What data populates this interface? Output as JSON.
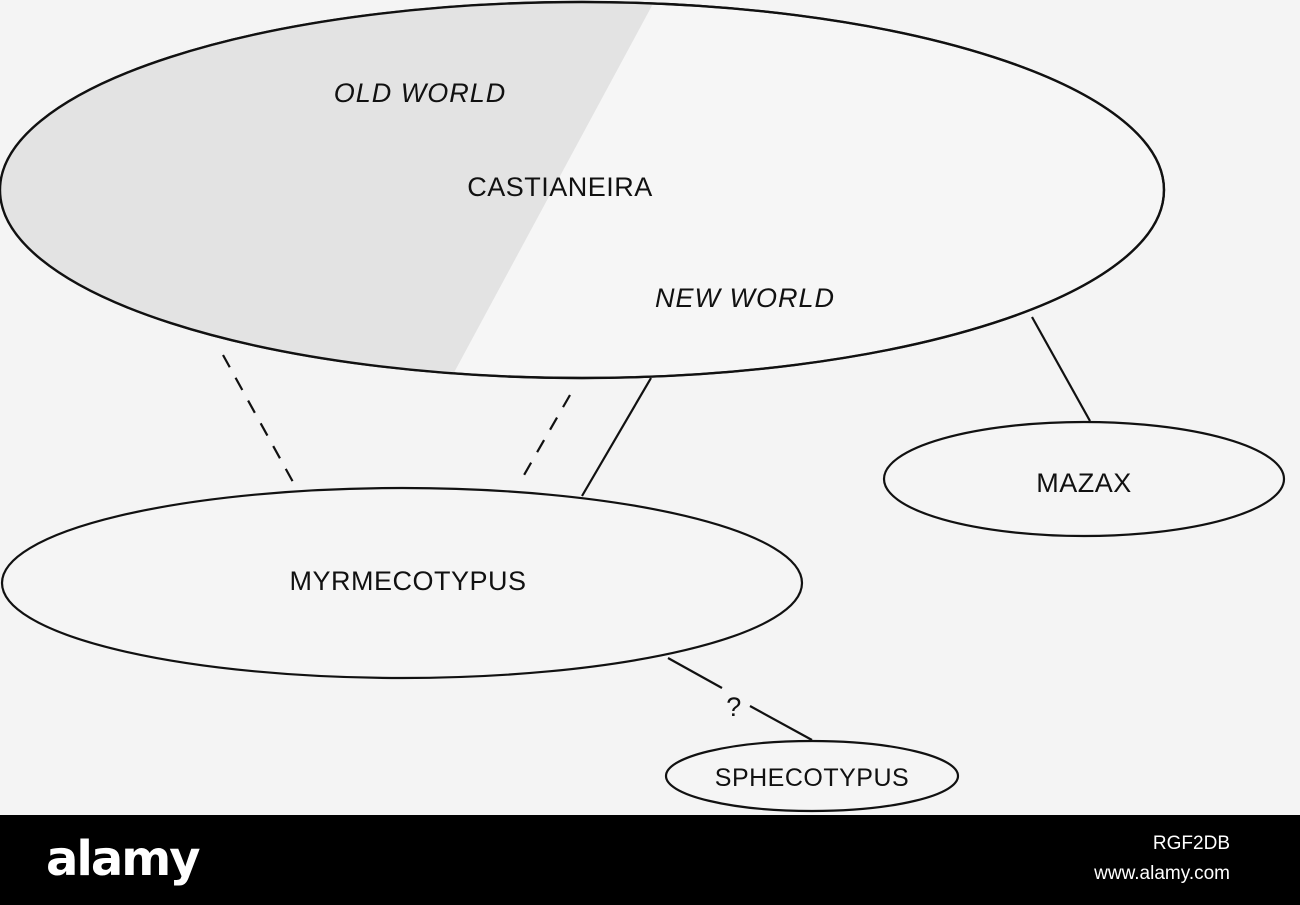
{
  "diagram": {
    "nodes": {
      "castianeira": "CASTIANEIRA",
      "mazax": "MAZAX",
      "myrmecotypus": "MYRMECOTYPUS",
      "sphecotypus": "SPHECOTYPUS"
    },
    "regions": {
      "old_world": "OLD WORLD",
      "new_world": "NEW WORLD"
    },
    "uncertain_link_label": "?"
  },
  "footer": {
    "brand": "alamy",
    "image_code": "RGF2DB",
    "website": "www.alamy.com"
  }
}
